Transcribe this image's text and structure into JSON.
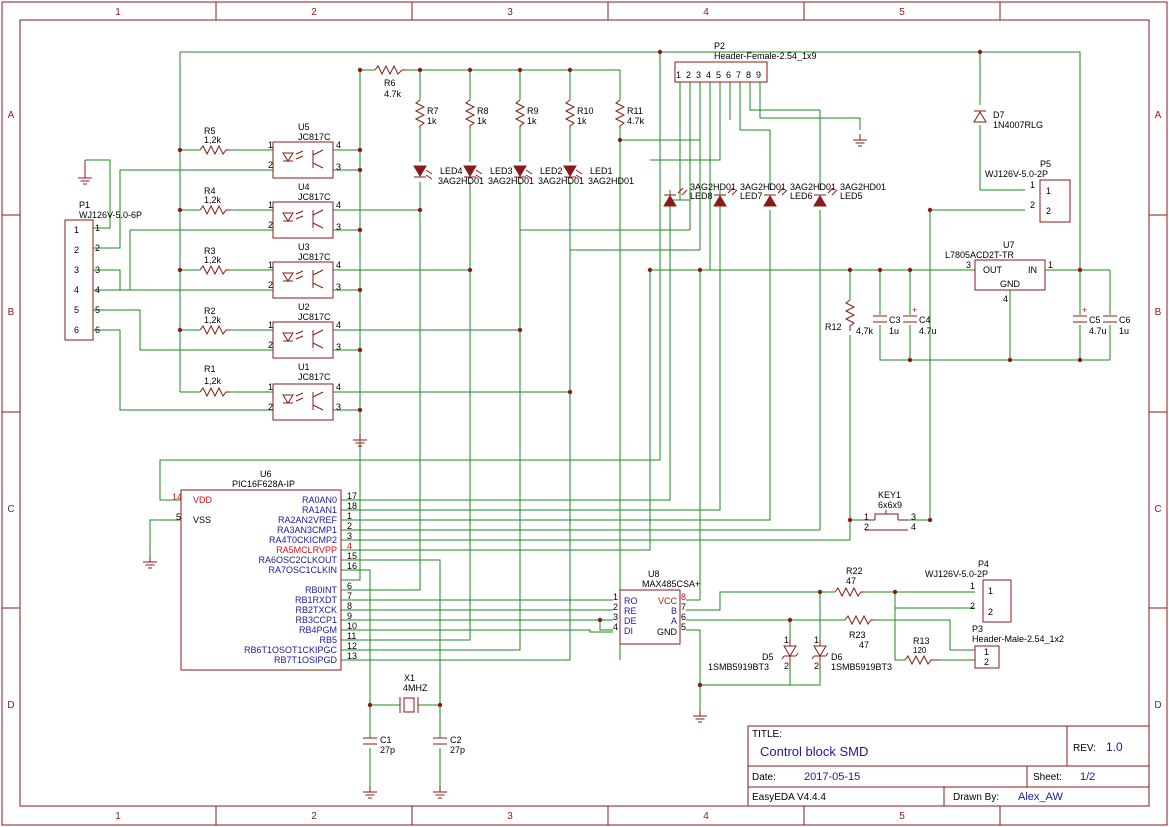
{
  "frame": {
    "columns": [
      "1",
      "2",
      "3",
      "4",
      "5"
    ],
    "rows": [
      "A",
      "B",
      "C",
      "D"
    ],
    "gnd_colors": {
      "wire": "#1a8c1a",
      "symbol": "#8b1a1a",
      "pin_text": "#1a1aa0",
      "red_text": "#d01010"
    }
  },
  "title_block": {
    "title_label": "TITLE:",
    "title": "Control block SMD",
    "rev_label": "REV:",
    "rev": "1.0",
    "date_label": "Date:",
    "date": "2017-05-15",
    "sheet_label": "Sheet:",
    "sheet": "1/2",
    "tool": "EasyEDA V4.4.4",
    "drawn_label": "Drawn By:",
    "drawn_by": "Alex_AW"
  },
  "p1": {
    "ref": "P1",
    "value": "WJ126V-5.0-6P",
    "pins": [
      "1",
      "2",
      "3",
      "4",
      "5",
      "6"
    ]
  },
  "p2": {
    "ref": "P2",
    "value": "Header-Female-2.54_1x9",
    "pins": [
      "1",
      "2",
      "3",
      "4",
      "5",
      "6",
      "7",
      "8",
      "9"
    ]
  },
  "p3": {
    "ref": "P3",
    "value": "Header-Male-2.54_1x2",
    "pins": [
      "1",
      "2"
    ]
  },
  "p4": {
    "ref": "P4",
    "value": "WJ126V-5.0-2P",
    "pins": [
      "1",
      "2"
    ]
  },
  "p5": {
    "ref": "P5",
    "value": "WJ126V-5.0-2P",
    "pins": [
      "1",
      "2"
    ]
  },
  "optos": [
    {
      "ref": "U5",
      "value": "JC817C"
    },
    {
      "ref": "U4",
      "value": "JC817C"
    },
    {
      "ref": "U3",
      "value": "JC817C"
    },
    {
      "ref": "U2",
      "value": "JC817C"
    },
    {
      "ref": "U1",
      "value": "JC817C"
    }
  ],
  "opto_pins": [
    "1",
    "2",
    "3",
    "4"
  ],
  "input_resistors": [
    {
      "ref": "R5",
      "value": "1,2k"
    },
    {
      "ref": "R4",
      "value": "1,2k"
    },
    {
      "ref": "R3",
      "value": "1,2k"
    },
    {
      "ref": "R2",
      "value": "1,2k"
    },
    {
      "ref": "R1",
      "value": "1,2k"
    }
  ],
  "r6": {
    "ref": "R6",
    "value": "4.7k"
  },
  "pull_resistors": [
    {
      "ref": "R7",
      "value": "1k"
    },
    {
      "ref": "R8",
      "value": "1k"
    },
    {
      "ref": "R9",
      "value": "1k"
    },
    {
      "ref": "R10",
      "value": "1k"
    },
    {
      "ref": "R11",
      "value": "4.7k"
    }
  ],
  "leds_top": [
    {
      "ref": "LED4",
      "value": "3AG2HD01"
    },
    {
      "ref": "LED3",
      "value": "3AG2HD01"
    },
    {
      "ref": "LED2",
      "value": "3AG2HD01"
    },
    {
      "ref": "LED1",
      "value": "3AG2HD01"
    }
  ],
  "leds_right": [
    {
      "ref": "LED8",
      "value": "3AG2HD01"
    },
    {
      "ref": "LED7",
      "value": "3AG2HD01"
    },
    {
      "ref": "LED6",
      "value": "3AG2HD01"
    },
    {
      "ref": "LED5",
      "value": "3AG2HD01"
    }
  ],
  "d7": {
    "ref": "D7",
    "value": "1N4007RLG"
  },
  "u7": {
    "ref": "U7",
    "value": "L7805ACD2T-TR",
    "out": "OUT",
    "in": "IN",
    "gnd": "GND",
    "pin_out": "3",
    "pin_in": "1",
    "pin_gnd": "4"
  },
  "r12": {
    "ref": "R12",
    "value": "4,7k"
  },
  "caps_reg": [
    {
      "ref": "C3",
      "value": "1u"
    },
    {
      "ref": "C4",
      "value": "4.7u"
    },
    {
      "ref": "C5",
      "value": "4.7u"
    },
    {
      "ref": "C6",
      "value": "1u"
    }
  ],
  "polarity_mark": "+",
  "key1": {
    "ref": "KEY1",
    "value": "6x6x9",
    "pins": [
      "1",
      "2",
      "3",
      "4"
    ]
  },
  "u6": {
    "ref": "U6",
    "value": "PIC16F628A-IP",
    "vdd_pin": "14",
    "vdd": "VDD",
    "vss_pin": "5",
    "vss": "VSS",
    "right_pins": [
      {
        "name": "RA0AN0",
        "num": "17"
      },
      {
        "name": "RA1AN1",
        "num": "18"
      },
      {
        "name": "RA2AN2VREF",
        "num": "1"
      },
      {
        "name": "RA3AN3CMP1",
        "num": "2"
      },
      {
        "name": "RA4T0CKICMP2",
        "num": "3"
      },
      {
        "name": "RA5MCLRVPP",
        "num": "4"
      },
      {
        "name": "RA6OSC2CLKOUT",
        "num": "15"
      },
      {
        "name": "RA7OSC1CLKIN",
        "num": "16"
      },
      {
        "name": "RB0INT",
        "num": "6"
      },
      {
        "name": "RB1RXDT",
        "num": "7"
      },
      {
        "name": "RB2TXCK",
        "num": "8"
      },
      {
        "name": "RB3CCP1",
        "num": "9"
      },
      {
        "name": "RB4PGM",
        "num": "10"
      },
      {
        "name": "RB5",
        "num": "11"
      },
      {
        "name": "RB6T1OSOT1CKIPGC",
        "num": "12"
      },
      {
        "name": "RB7T1OSIPGD",
        "num": "13"
      }
    ]
  },
  "u8": {
    "ref": "U8",
    "value": "MAX485CSA+",
    "left": [
      {
        "name": "RO",
        "num": "1"
      },
      {
        "name": "RE",
        "num": "2"
      },
      {
        "name": "DE",
        "num": "3"
      },
      {
        "name": "DI",
        "num": "4"
      }
    ],
    "right": [
      {
        "name": "VCC",
        "num": "8"
      },
      {
        "name": "B",
        "num": "7"
      },
      {
        "name": "A",
        "num": "6"
      },
      {
        "name": "GND",
        "num": "5"
      }
    ]
  },
  "x1": {
    "ref": "X1",
    "value": "4MHZ"
  },
  "c1": {
    "ref": "C1",
    "value": "27p"
  },
  "c2": {
    "ref": "C2",
    "value": "27p"
  },
  "r22": {
    "ref": "R22",
    "value": "47"
  },
  "r23": {
    "ref": "R23",
    "value": "47"
  },
  "r13": {
    "ref": "R13",
    "value": "120"
  },
  "d5": {
    "ref": "D5",
    "value": "1SMB5919BT3"
  },
  "d6": {
    "ref": "D6",
    "value": "1SMB5919BT3"
  },
  "diode_pins": [
    "1",
    "2"
  ]
}
